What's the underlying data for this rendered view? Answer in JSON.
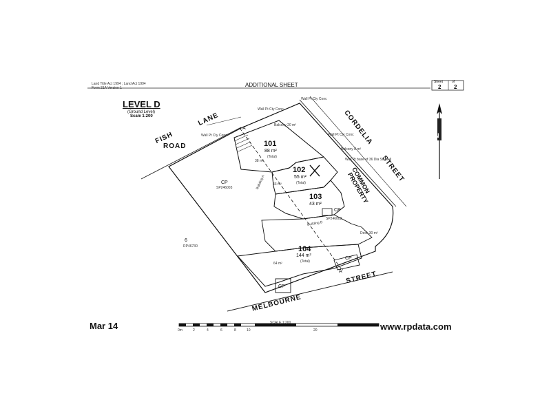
{
  "header": {
    "legislation_1": "Land Title Act 1994 ; Land Act 1994",
    "legislation_2": "Form 21A Version 1",
    "sheet_title": "ADDITIONAL SHEET",
    "sheet_label": "Sheet",
    "sheet_number": "2",
    "of_label": "of",
    "sheet_total": "2"
  },
  "plan": {
    "level_title": "LEVEL D",
    "level_subtitle": "(Ground Level)",
    "scale": "Scale 1:200",
    "north": "N"
  },
  "streets": {
    "fish": "FISH",
    "road": "ROAD",
    "lane": "LANE",
    "cordelia": "CORDELIA",
    "street_e": "STREET",
    "melbourne": "MELBOURNE",
    "street_s": "STREET"
  },
  "lots": {
    "lot101": {
      "number": "101",
      "area": "88 m²",
      "note": "(Total)"
    },
    "lot102": {
      "number": "102",
      "area": "55 m²",
      "note": "(Total)"
    },
    "lot103": {
      "number": "103",
      "area": "43 m²"
    },
    "lot104": {
      "number": "104",
      "area": "144 m²",
      "note": "(Total)"
    }
  },
  "labels": {
    "cp_main": "CP",
    "sp_main": "SP246003",
    "common_1": "COMMON",
    "common_2": "PROPERTY",
    "cp_small": "CP",
    "sp_small": "SP246003",
    "cp_bottom_left": "CP",
    "cp_bottom_right": "CP",
    "lot6": "6",
    "rp_lot6": "RP46730",
    "building_a": "Building A",
    "building_b": "Building B",
    "section_a": "A",
    "section_a_prime": "A'",
    "balcony_101": "Balcony 20 m²",
    "balcony_102": "Balcony 8 m²",
    "deck": "Deck 30 m²",
    "area_38": "38 m²",
    "area_43": "43 m²",
    "area_64": "64 m²",
    "wall_note_1": "Wall Pt Cty Conc",
    "wall_note_2": "Wall Pt Cty Conc",
    "wall_note_3": "Wall Pt Cty Conc",
    "wall_note_4": "Wall Pt Cty Conc",
    "vol_note": "Wall Pt base of 36 Dia Str wall"
  },
  "scale_bar": {
    "caption": "SCALE 1:200",
    "ticks": [
      "0m",
      "2",
      "4",
      "6",
      "8",
      "10",
      "20"
    ]
  },
  "footer": {
    "date": "Mar 14",
    "source": "www.rpdata.com"
  }
}
